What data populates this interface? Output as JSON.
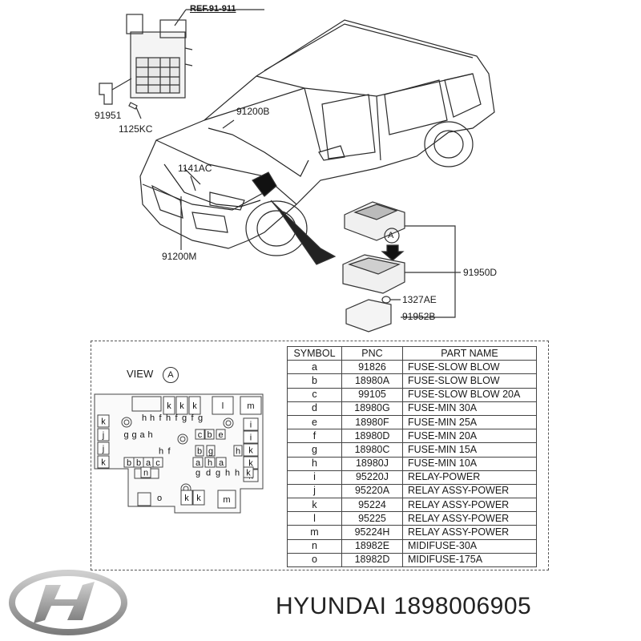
{
  "callouts": {
    "ref": "REF.91-911",
    "p91951": "91951",
    "p1125kc": "1125KC",
    "p91200b": "91200B",
    "p1141ac": "1141AC",
    "p91200m": "91200M",
    "p91950d": "91950D",
    "p1327ae": "1327AE",
    "p91952b": "91952B",
    "view_a_marker": "A"
  },
  "view": {
    "label": "VIEW",
    "marker": "A"
  },
  "table": {
    "headers": [
      "SYMBOL",
      "PNC",
      "PART NAME"
    ],
    "rows": [
      [
        "a",
        "91826",
        "FUSE-SLOW BLOW"
      ],
      [
        "b",
        "18980A",
        "FUSE-SLOW BLOW"
      ],
      [
        "c",
        "99105",
        "FUSE-SLOW BLOW 20A"
      ],
      [
        "d",
        "18980G",
        "FUSE-MIN 30A"
      ],
      [
        "e",
        "18980F",
        "FUSE-MIN 25A"
      ],
      [
        "f",
        "18980D",
        "FUSE-MIN 20A"
      ],
      [
        "g",
        "18980C",
        "FUSE-MIN 15A"
      ],
      [
        "h",
        "18980J",
        "FUSE-MIN 10A"
      ],
      [
        "i",
        "95220J",
        "RELAY-POWER"
      ],
      [
        "j",
        "95220A",
        "RELAY ASSY-POWER"
      ],
      [
        "k",
        "95224",
        "RELAY ASSY-POWER"
      ],
      [
        "l",
        "95225",
        "RELAY ASSY-POWER"
      ],
      [
        "m",
        "95224H",
        "RELAY ASSY-POWER"
      ],
      [
        "n",
        "18982E",
        "MIDIFUSE-30A"
      ],
      [
        "o",
        "18982D",
        "MIDIFUSE-175A"
      ]
    ]
  },
  "fusebox": {
    "top_row": [
      "k",
      "k",
      "k",
      "l",
      "m"
    ],
    "left_col": [
      "k",
      "j",
      "j",
      "k"
    ],
    "right_col": [
      "i",
      "i",
      "k",
      "k",
      "k"
    ],
    "row1": [
      "h",
      "h",
      "f",
      "h",
      "f",
      "g",
      "f",
      "g"
    ],
    "row2": [
      "g",
      "g",
      "a",
      "h",
      "c",
      "b",
      "e"
    ],
    "row3": [
      "h",
      "f",
      "b",
      "g",
      "h"
    ],
    "row4": [
      "b",
      "b",
      "a",
      "c",
      "a",
      "h",
      "a"
    ],
    "row5": [
      "n",
      "g",
      "d",
      "g",
      "h",
      "h",
      "k"
    ],
    "bottom_row": [
      "o",
      "k",
      "k",
      "m"
    ]
  },
  "brand": {
    "name": "HYUNDAI",
    "part_number": "1898006905"
  },
  "colors": {
    "line": "#333333",
    "logo": "#9a9a9a"
  }
}
